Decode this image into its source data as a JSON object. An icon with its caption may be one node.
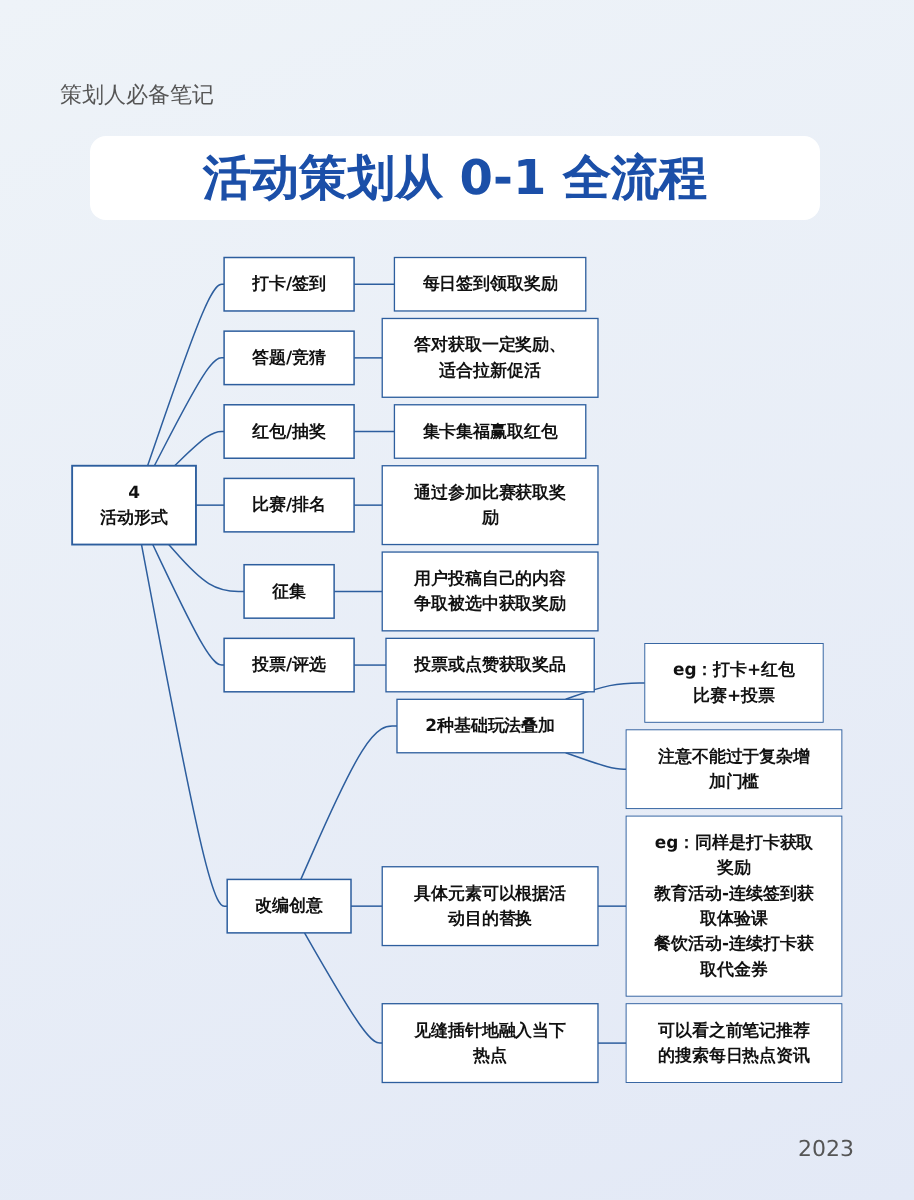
{
  "diagram": {
    "title": "活动策划从 0-1 全流程",
    "nodes": [
      {
        "text": [
          "4",
          "活动形式"
        ]
      },
      {
        "text": [
          "打卡/签到"
        ]
      },
      {
        "text": [
          "每日签到领取奖励"
        ]
      },
      {
        "text": [
          "答题/竞猜"
        ]
      },
      {
        "text": [
          "答对获取一定奖励、适合拉新促活"
        ]
      },
      {
        "text": [
          "红包/抽奖"
        ]
      },
      {
        "text": [
          "集卡集福赢取红包"
        ]
      },
      {
        "text": [
          "比赛/排名"
        ]
      },
      {
        "text": [
          "通过参加比赛获取奖励"
        ]
      },
      {
        "text": [
          "征集"
        ]
      },
      {
        "text": [
          "用户投稿自己的内容争取被选中获取奖励"
        ]
      },
      {
        "text": [
          "投票/评选"
        ]
      },
      {
        "text": [
          "投票或点赞获取奖品"
        ]
      },
      {
        "text": [
          "改编创意"
        ]
      },
      {
        "text": [
          "2种基础玩法叠加"
        ]
      },
      {
        "text": [
          "eg：打卡+红包",
          "比赛+投票"
        ]
      },
      {
        "text": [
          "注意不能过于复杂增加门槛"
        ]
      },
      {
        "text": [
          "具体元素可以根据活动目的替换"
        ]
      },
      {
        "text": [
          "eg：同样是打卡获取奖励",
          "教育活动-连续签到获取体验课",
          "餐饮活动-连续打卡获取代金券"
        ]
      },
      {
        "text": [
          "见缝插针地融入当下热点"
        ]
      },
      {
        "text": [
          "可以看之前笔记推荐的搜索每日热点资讯"
        ]
      }
    ],
    "edges": [
      {
        "from": 0,
        "to": 1,
        "arrow": "none"
      },
      {
        "from": 0,
        "to": 3,
        "arrow": "none"
      },
      {
        "from": 0,
        "to": 5,
        "arrow": "none"
      },
      {
        "from": 0,
        "to": 7,
        "arrow": "none"
      },
      {
        "from": 0,
        "to": 9,
        "arrow": "none"
      },
      {
        "from": 0,
        "to": 11,
        "arrow": "none"
      },
      {
        "from": 0,
        "to": 13,
        "arrow": "none"
      },
      {
        "from": 1,
        "to": 2,
        "arrow": "none"
      },
      {
        "from": 3,
        "to": 4,
        "arrow": "none"
      },
      {
        "from": 5,
        "to": 6,
        "arrow": "none"
      },
      {
        "from": 7,
        "to": 8,
        "arrow": "none"
      },
      {
        "from": 9,
        "to": 10,
        "arrow": "none"
      },
      {
        "from": 11,
        "to": 12,
        "arrow": "none"
      },
      {
        "from": 13,
        "to": 14,
        "arrow": "none"
      },
      {
        "from": 13,
        "to": 17,
        "arrow": "none"
      },
      {
        "from": 13,
        "to": 19,
        "arrow": "none"
      },
      {
        "from": 14,
        "to": 15,
        "arrow": "none"
      },
      {
        "from": 14,
        "to": 16,
        "arrow": "none"
      },
      {
        "from": 17,
        "to": 18,
        "arrow": "none"
      },
      {
        "from": 19,
        "to": 20,
        "arrow": "none"
      }
    ],
    "labels": [
      "策划人必备笔记",
      "2023"
    ]
  }
}
